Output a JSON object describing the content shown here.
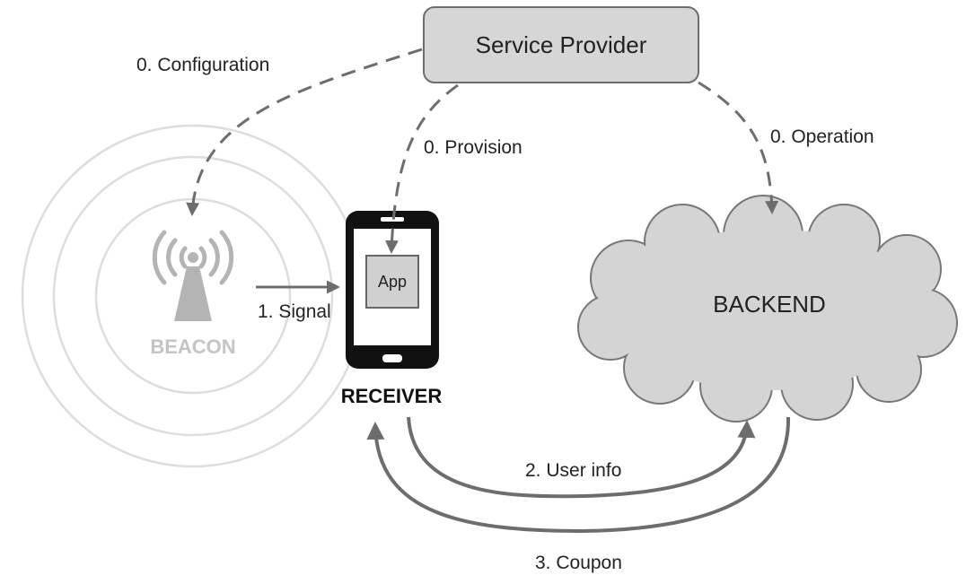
{
  "nodes": {
    "service_provider": "Service Provider",
    "beacon": "BEACON",
    "receiver": "RECEIVER",
    "app": "App",
    "backend": "BACKEND"
  },
  "edges": {
    "configuration": "0. Configuration",
    "provision": "0. Provision",
    "operation": "0. Operation",
    "signal": "1. Signal",
    "user_info": "2. User info",
    "coupon": "3. Coupon"
  },
  "colors": {
    "arrow": "#6d6d6d",
    "box_fill": "#d6d6d6",
    "cloud_fill": "#d4d4d4",
    "beacon_rings": "#dddddd",
    "beacon_icon": "#b4b4b4"
  }
}
